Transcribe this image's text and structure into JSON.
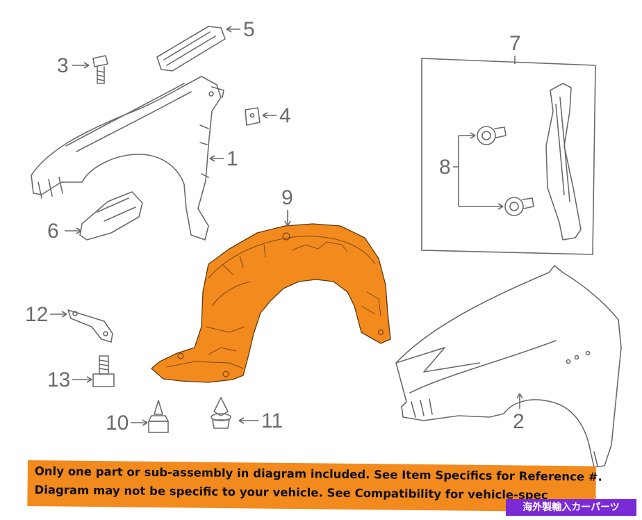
{
  "diagram": {
    "callouts": [
      "1",
      "2",
      "3",
      "4",
      "5",
      "6",
      "7",
      "8",
      "9",
      "10",
      "11",
      "12",
      "13"
    ],
    "highlight_color": "#f28a1e",
    "line_color": "#6a6a6a"
  },
  "notice": {
    "line1": "Only one part or sub-assembly in diagram included. See Item Specifics for Reference #.",
    "line2": "Diagram may not be specific to your vehicle. See Compatibility for vehicle-spec"
  },
  "shop_tag": "海外製輸入カーパーツ"
}
